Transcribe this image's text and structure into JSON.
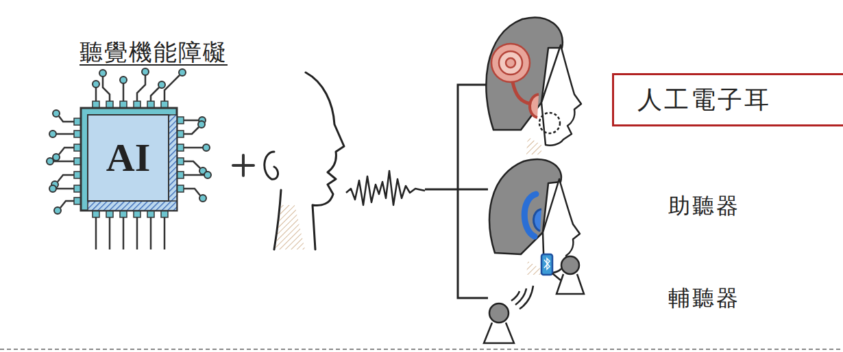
{
  "diagram": {
    "title": "聽覺機能障礙",
    "nodes": [
      {
        "text": [
          "人工電子耳"
        ]
      }
    ],
    "labels": [
      "AI",
      "助聽器",
      "輔聽器"
    ]
  }
}
